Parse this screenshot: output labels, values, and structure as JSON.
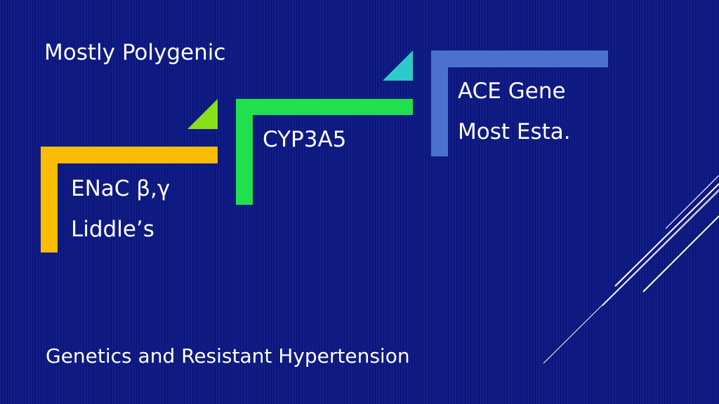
{
  "slide": {
    "heading": "Mostly Polygenic",
    "title": "Genetics and Resistant Hypertension"
  },
  "steps": [
    {
      "lines": [
        "ENaC β,γ",
        "Liddle’s"
      ],
      "color": "#fbbd04"
    },
    {
      "lines": [
        "CYP3A5"
      ],
      "color": "#21e04d"
    },
    {
      "lines": [
        "ACE Gene",
        "Most Esta."
      ],
      "color": "#4a72cc"
    }
  ],
  "accents": {
    "triangle_lime": "#88e01a",
    "triangle_teal": "#2ec9c9",
    "background": "#0c1780",
    "line_color": "#ffffff"
  }
}
